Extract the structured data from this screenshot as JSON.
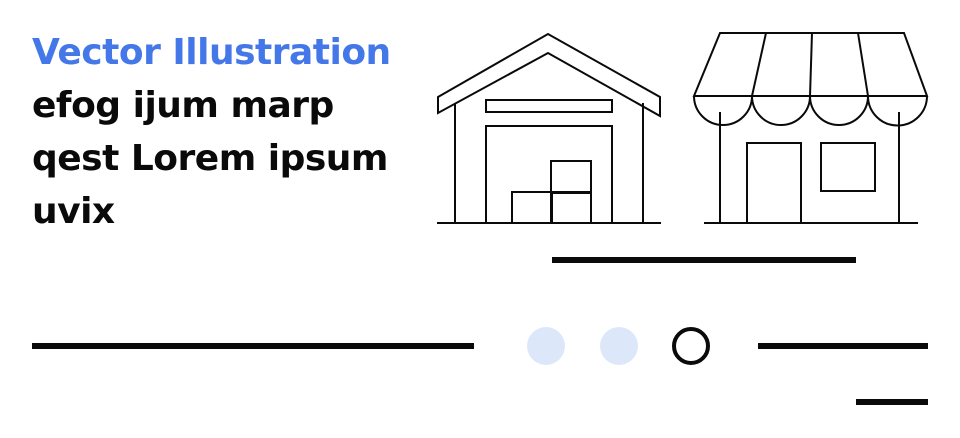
{
  "heading": {
    "accent_text": "Vector Illustration",
    "body_text": "efog ijum marp qest Lorem ipsum uvix"
  },
  "colors": {
    "accent": "#4477e8",
    "ink": "#0a0a0a",
    "pale_dot": "#dce8fa"
  },
  "pagination": {
    "dot_count": 3,
    "active_index": 2
  }
}
